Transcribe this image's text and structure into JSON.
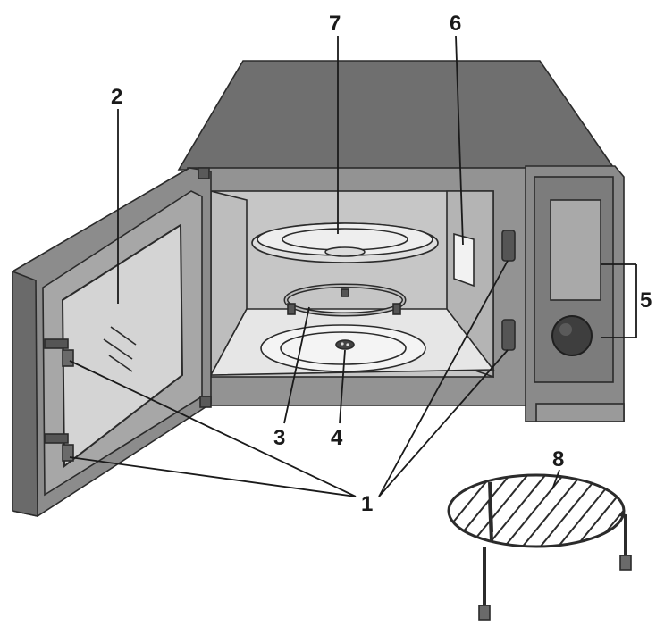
{
  "callouts": {
    "door_latches": "1",
    "door_window": "2",
    "roller_ring": "3",
    "coupler": "4",
    "control_panel": "5",
    "waveguide_cover": "6",
    "glass_tray": "7",
    "grill_rack": "8"
  },
  "colors": {
    "outline": "#2b2b2b",
    "body_grey": "#8f8f8f",
    "top_grey": "#6f6f6f",
    "cavity_grey": "#c9c9c9",
    "floor_grey": "#e4e4e4",
    "glass": "#d2d2d2",
    "panel_dark": "#7a7a7a"
  }
}
